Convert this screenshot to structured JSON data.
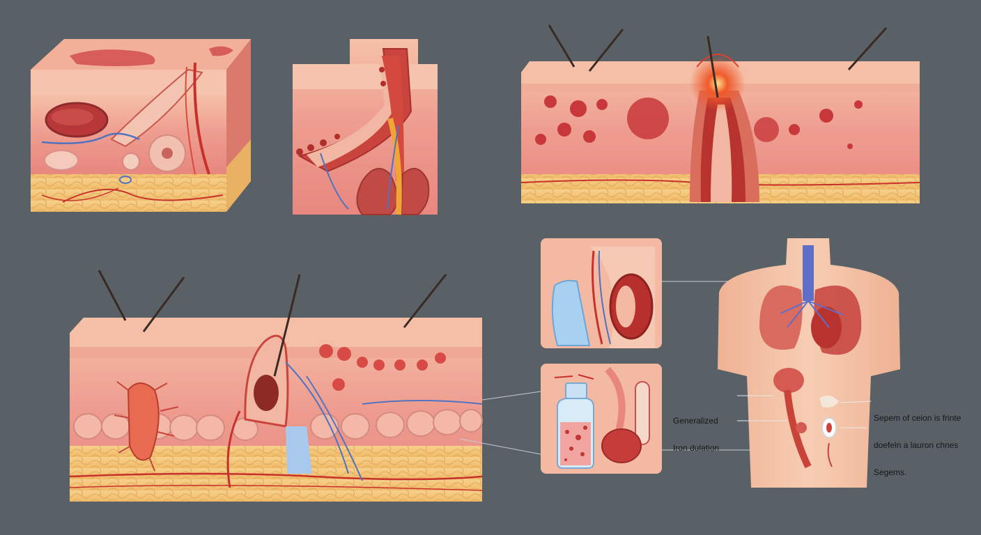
{
  "colors": {
    "background": "#596066",
    "epidermis": "#f3b49a",
    "dermis": "#ef9a8e",
    "fat": "#f4c777",
    "vessel_red": "#d8423a",
    "nerve_blue": "#5f86c8",
    "lung": "#d0524c",
    "skin_body": "#f3c0a4"
  },
  "labels": {
    "left": [
      "Generalized",
      "Iron dulation"
    ],
    "right": [
      "Sepem of ceion is frinte",
      "doefeln a lauron chnes",
      "Segems."
    ]
  },
  "panels": {
    "skin_block_top_left": "skin-cross-section",
    "hair_follicle_closeup": "follicle-cross-section",
    "inflamed_skin_block": "inflamed-follicle-cross-section",
    "infected_skin_block": "infected-skin-cross-section",
    "inset_top": "tissue-inset",
    "inset_bottom": "vial-inset",
    "torso": "torso-organs"
  }
}
